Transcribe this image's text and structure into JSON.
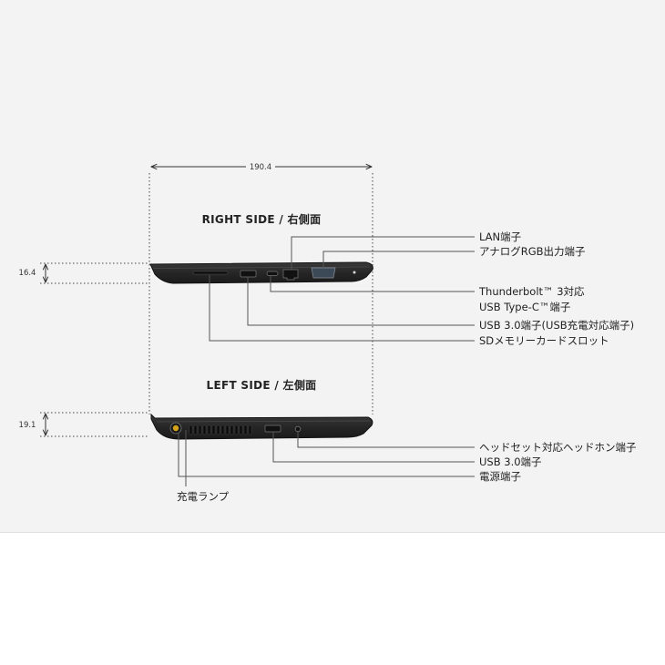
{
  "dimensions": {
    "width": "190.4",
    "right_height": "16.4",
    "left_height": "19.1"
  },
  "right_side": {
    "title": "RIGHT SIDE / 右側面",
    "ports": {
      "lan": "LAN端子",
      "rgb": "アナログRGB出力端子",
      "thunderbolt_line1": "Thunderbolt™ 3対応",
      "thunderbolt_line2": "USB Type-C™端子",
      "usb": "USB 3.0端子(USB充電対応端子)",
      "sd": "SDメモリーカードスロット"
    }
  },
  "left_side": {
    "title": "LEFT SIDE / 左側面",
    "ports": {
      "headset": "ヘッドセット対応ヘッドホン端子",
      "usb": "USB 3.0端子",
      "power": "電源端子",
      "charge_lamp": "充電ランプ"
    }
  },
  "colors": {
    "chassis": "#2c2c2c",
    "chassis_edge": "#111111",
    "lamp": "#d4a21a",
    "leader_line": "#555555"
  }
}
